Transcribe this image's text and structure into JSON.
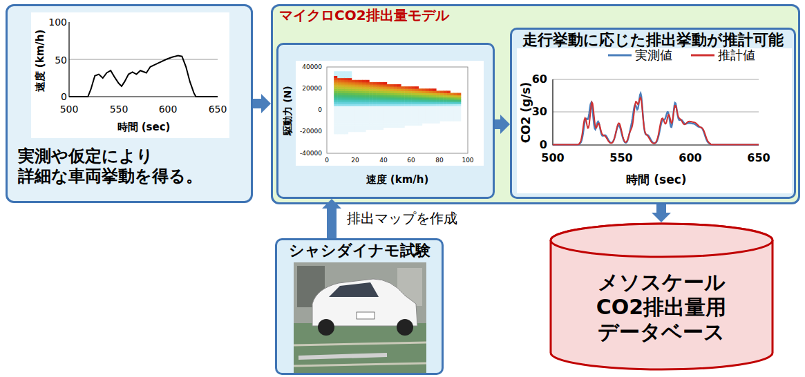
{
  "diagram": {
    "nodes": [
      {
        "text": [
          "実測や仮定により 詳細な車両挙動を得る。"
        ]
      },
      {
        "text": [
          "マイクロCO2排出量モデル"
        ]
      },
      {
        "text": [
          "駆動力 (N)",
          "速度 (km/h)"
        ],
        "in": 1
      },
      {
        "text": [
          "走行挙動に応じた排出挙動が推計可能"
        ],
        "in": 1
      },
      {
        "text": [
          "シャシダイナモ試験"
        ]
      },
      {
        "text": [
          "メソスケール CO2排出量用 データベース"
        ]
      }
    ],
    "edges": [
      {
        "from": 0,
        "to": 1,
        "arrow": "to"
      },
      {
        "from": 2,
        "to": 3,
        "arrow": "to"
      },
      {
        "from": 4,
        "to": 2,
        "label": "排出マップを作成",
        "arrow": "to"
      },
      {
        "from": 1,
        "to": 5,
        "arrow": "to"
      }
    ],
    "labels": [
      "100",
      "50",
      "0",
      "500",
      "550",
      "600",
      "650",
      "速度 (km/h)",
      "時間 (sec)",
      "40000",
      "20000",
      "0",
      "-20000",
      "-40000",
      "0",
      "20",
      "40",
      "60",
      "80",
      "100",
      "60",
      "30",
      "0",
      "500",
      "550",
      "600",
      "650",
      "CO2 (g/s)",
      "時間 (sec)"
    ],
    "legend": [
      {
        "text": "実測値"
      },
      {
        "text": "推計値"
      }
    ]
  }
}
